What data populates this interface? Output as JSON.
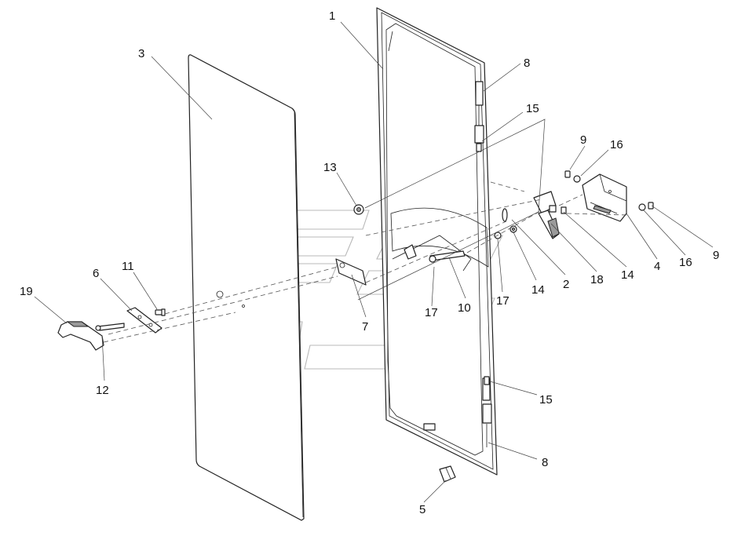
{
  "callouts": [
    {
      "id": "c1",
      "text": "1"
    },
    {
      "id": "c3",
      "text": "3"
    },
    {
      "id": "c8a",
      "text": "8"
    },
    {
      "id": "c15a",
      "text": "15"
    },
    {
      "id": "c9a",
      "text": "9"
    },
    {
      "id": "c16a",
      "text": "16"
    },
    {
      "id": "c13",
      "text": "13"
    },
    {
      "id": "c11",
      "text": "11"
    },
    {
      "id": "c6",
      "text": "6"
    },
    {
      "id": "c19",
      "text": "19"
    },
    {
      "id": "c12",
      "text": "12"
    },
    {
      "id": "c7",
      "text": "7"
    },
    {
      "id": "c17a",
      "text": "17"
    },
    {
      "id": "c10",
      "text": "10"
    },
    {
      "id": "c17b",
      "text": "17"
    },
    {
      "id": "c14a",
      "text": "14"
    },
    {
      "id": "c2",
      "text": "2"
    },
    {
      "id": "c18",
      "text": "18"
    },
    {
      "id": "c14b",
      "text": "14"
    },
    {
      "id": "c4",
      "text": "4"
    },
    {
      "id": "c16b",
      "text": "16"
    },
    {
      "id": "c9b",
      "text": "9"
    },
    {
      "id": "c15b",
      "text": "15"
    },
    {
      "id": "c8b",
      "text": "8"
    },
    {
      "id": "c5",
      "text": "5"
    }
  ]
}
